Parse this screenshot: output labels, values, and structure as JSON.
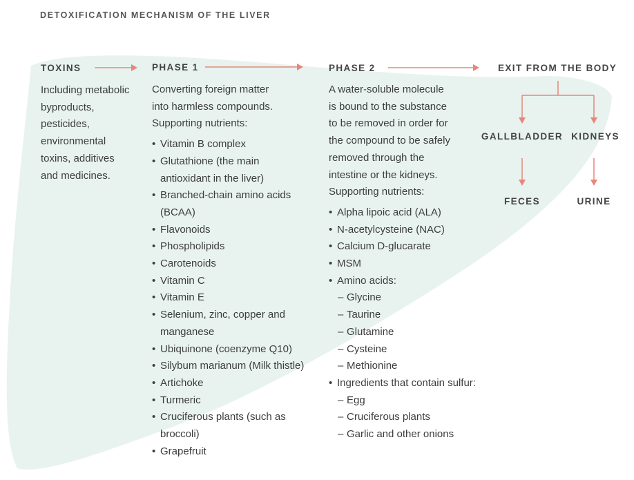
{
  "title": "DETOXIFICATION MECHANISM OF THE LIVER",
  "colors": {
    "accent": "#e5877b",
    "shape": "#e8f3ef",
    "text": "#3c3c3c"
  },
  "toxins": {
    "heading": "TOXINS",
    "lines": [
      "Including metabolic",
      "byproducts,",
      "pesticides,",
      "environmental",
      "toxins, additives",
      "and medicines."
    ]
  },
  "phase1": {
    "heading": "PHASE 1",
    "intro": [
      "Converting foreign matter",
      "into harmless compounds.",
      "Supporting nutrients:"
    ],
    "items": [
      {
        "text": "Vitamin B complex"
      },
      {
        "text": "Glutathione (the main",
        "cont": "antioxidant in the liver)"
      },
      {
        "text": "Branched-chain amino acids",
        "cont": "(BCAA)"
      },
      {
        "text": "Flavonoids"
      },
      {
        "text": "Phospholipids"
      },
      {
        "text": "Carotenoids"
      },
      {
        "text": "Vitamin C"
      },
      {
        "text": "Vitamin E"
      },
      {
        "text": "Selenium, zinc, copper and",
        "cont": "manganese"
      },
      {
        "text": "Ubiquinone (coenzyme Q10)"
      },
      {
        "text": "Silybum marianum (Milk thistle)"
      },
      {
        "text": "Artichoke"
      },
      {
        "text": "Turmeric"
      },
      {
        "text": "Cruciferous plants (such as",
        "cont": "broccoli)"
      },
      {
        "text": "Grapefruit"
      }
    ]
  },
  "phase2": {
    "heading": "PHASE 2",
    "intro": [
      "A water-soluble molecule",
      "is bound to the substance",
      "to be removed in order for",
      "the compound to be safely",
      "removed through the",
      "intestine or the kidneys.",
      "Supporting nutrients:"
    ],
    "items": [
      {
        "text": "Alpha lipoic acid (ALA)"
      },
      {
        "text": "N-acetylcysteine (NAC)"
      },
      {
        "text": "Calcium D-glucarate"
      },
      {
        "text": "MSM"
      },
      {
        "text": "Amino acids:",
        "sub": [
          "Glycine",
          "Taurine",
          "Glutamine",
          "Cysteine",
          "Methionine"
        ]
      },
      {
        "text": "Ingredients that contain sulfur:",
        "sub": [
          "Egg",
          "Cruciferous plants",
          "Garlic and other onions"
        ]
      }
    ]
  },
  "exit": {
    "heading": "EXIT FROM THE BODY",
    "gallbladder": "GALLBLADDER",
    "kidneys": "KIDNEYS",
    "feces": "FECES",
    "urine": "URINE"
  }
}
